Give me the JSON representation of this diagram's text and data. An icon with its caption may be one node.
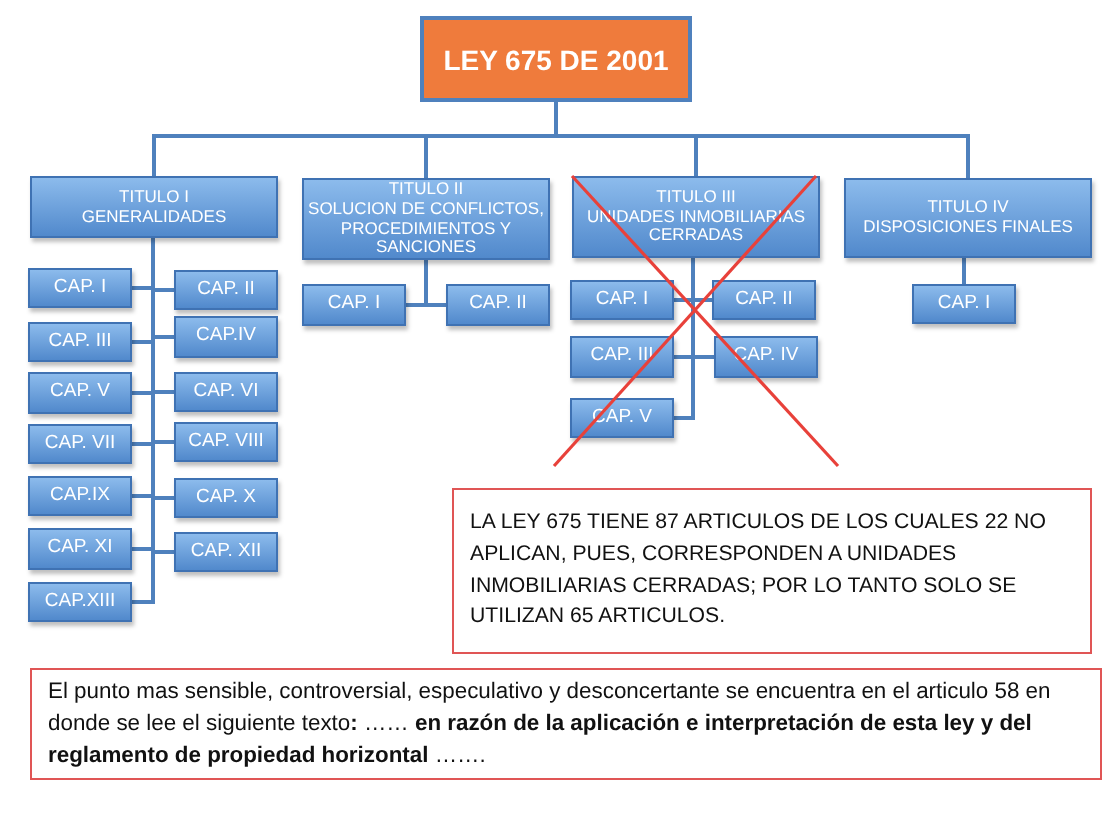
{
  "diagram": {
    "nodes": [
      {
        "text": [
          "LEY 675 DE 2001"
        ]
      },
      {
        "text": [
          "TITULO I",
          "GENERALIDADES"
        ]
      },
      {
        "text": [
          "CAP. I"
        ]
      },
      {
        "text": [
          "CAP. II"
        ]
      },
      {
        "text": [
          "CAP. III"
        ]
      },
      {
        "text": [
          "CAP.IV"
        ]
      },
      {
        "text": [
          "CAP. V"
        ]
      },
      {
        "text": [
          "CAP. VI"
        ]
      },
      {
        "text": [
          "CAP. VII"
        ]
      },
      {
        "text": [
          "CAP. VIII"
        ]
      },
      {
        "text": [
          "CAP.IX"
        ]
      },
      {
        "text": [
          "CAP. X"
        ]
      },
      {
        "text": [
          "CAP. XI"
        ]
      },
      {
        "text": [
          "CAP. XII"
        ]
      },
      {
        "text": [
          "CAP.XIII"
        ]
      },
      {
        "text": [
          "TITULO II",
          "SOLUCION DE CONFLICTOS, PROCEDIMIENTOS Y SANCIONES"
        ]
      },
      {
        "text": [
          "CAP. I"
        ]
      },
      {
        "text": [
          "CAP. II"
        ]
      },
      {
        "text": [
          "TITULO III",
          "UNIDADES INMOBILIARIAS CERRADAS"
        ]
      },
      {
        "text": [
          "CAP. I"
        ]
      },
      {
        "text": [
          "CAP. II"
        ]
      },
      {
        "text": [
          "CAP. III"
        ]
      },
      {
        "text": [
          "CAP. IV"
        ]
      },
      {
        "text": [
          "CAP. V"
        ]
      },
      {
        "text": [
          "TITULO IV",
          "DISPOSICIONES FINALES"
        ]
      },
      {
        "text": [
          "CAP. I"
        ]
      },
      {
        "text": [
          "LA LEY 675 TIENE 87 ARTICULOS DE LOS CUALES 22 NO APLICAN, PUES, CORRESPONDEN A UNIDADES INMOBILIARIAS CERRADAS; POR LO TANTO SOLO SE UTILIZAN  65 ARTICULOS."
        ]
      },
      {
        "text": [
          "El punto mas sensible, controversial, especulativo y desconcertante se encuentra en el articulo 58 en donde se lee el siguiente texto**:** …… **en razón de la aplicación e interpretación de esta ley y del reglamento de propiedad horizontal** ……."
        ]
      }
    ],
    "edges": [
      {
        "from": 0,
        "to": 1,
        "arrow": "none"
      },
      {
        "from": 0,
        "to": 15,
        "arrow": "none"
      },
      {
        "from": 0,
        "to": 18,
        "arrow": "none"
      },
      {
        "from": 0,
        "to": 24,
        "arrow": "none"
      },
      {
        "from": 1,
        "to": 2,
        "arrow": "none"
      },
      {
        "from": 1,
        "to": 3,
        "arrow": "none"
      },
      {
        "from": 1,
        "to": 4,
        "arrow": "none"
      },
      {
        "from": 1,
        "to": 5,
        "arrow": "none"
      },
      {
        "from": 1,
        "to": 6,
        "arrow": "none"
      },
      {
        "from": 1,
        "to": 7,
        "arrow": "none"
      },
      {
        "from": 1,
        "to": 8,
        "arrow": "none"
      },
      {
        "from": 1,
        "to": 9,
        "arrow": "none"
      },
      {
        "from": 1,
        "to": 10,
        "arrow": "none"
      },
      {
        "from": 1,
        "to": 11,
        "arrow": "none"
      },
      {
        "from": 1,
        "to": 12,
        "arrow": "none"
      },
      {
        "from": 1,
        "to": 13,
        "arrow": "none"
      },
      {
        "from": 1,
        "to": 14,
        "arrow": "none"
      },
      {
        "from": 15,
        "to": 16,
        "arrow": "none"
      },
      {
        "from": 15,
        "to": 17,
        "arrow": "none"
      },
      {
        "from": 18,
        "to": 19,
        "arrow": "none"
      },
      {
        "from": 18,
        "to": 20,
        "arrow": "none"
      },
      {
        "from": 18,
        "to": 21,
        "arrow": "none"
      },
      {
        "from": 18,
        "to": 22,
        "arrow": "none"
      },
      {
        "from": 18,
        "to": 23,
        "arrow": "none"
      },
      {
        "from": 24,
        "to": 25,
        "arrow": "none"
      }
    ]
  }
}
